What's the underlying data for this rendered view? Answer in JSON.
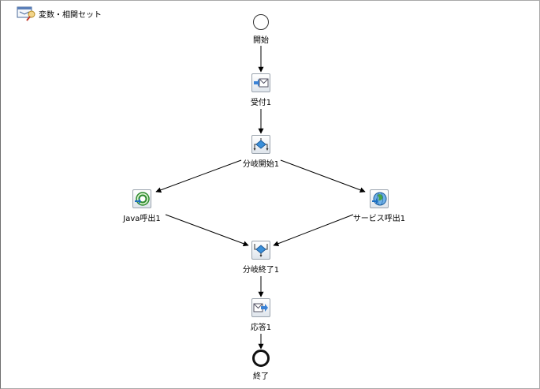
{
  "toolbar": {
    "variables_label": "変数・相関セット",
    "icon": "variables-correlation-icon"
  },
  "nodes": [
    {
      "id": "start",
      "label": "開始",
      "kind": "start",
      "icon": "start-event-icon"
    },
    {
      "id": "receive1",
      "label": "受付1",
      "kind": "activity",
      "icon": "receive-envelope-icon"
    },
    {
      "id": "fork1",
      "label": "分岐開始1",
      "kind": "activity",
      "icon": "fork-start-icon"
    },
    {
      "id": "java1",
      "label": "Java呼出1",
      "kind": "activity",
      "icon": "java-invoke-icon"
    },
    {
      "id": "svc1",
      "label": "サービス呼出1",
      "kind": "activity",
      "icon": "service-invoke-globe-icon"
    },
    {
      "id": "join1",
      "label": "分岐終了1",
      "kind": "activity",
      "icon": "fork-end-icon"
    },
    {
      "id": "reply1",
      "label": "応答1",
      "kind": "activity",
      "icon": "reply-envelope-icon"
    },
    {
      "id": "end",
      "label": "終了",
      "kind": "end",
      "icon": "end-event-icon"
    }
  ],
  "edges": [
    [
      "start",
      "receive1"
    ],
    [
      "receive1",
      "fork1"
    ],
    [
      "fork1",
      "java1"
    ],
    [
      "fork1",
      "svc1"
    ],
    [
      "java1",
      "join1"
    ],
    [
      "svc1",
      "join1"
    ],
    [
      "join1",
      "reply1"
    ],
    [
      "reply1",
      "end"
    ]
  ]
}
